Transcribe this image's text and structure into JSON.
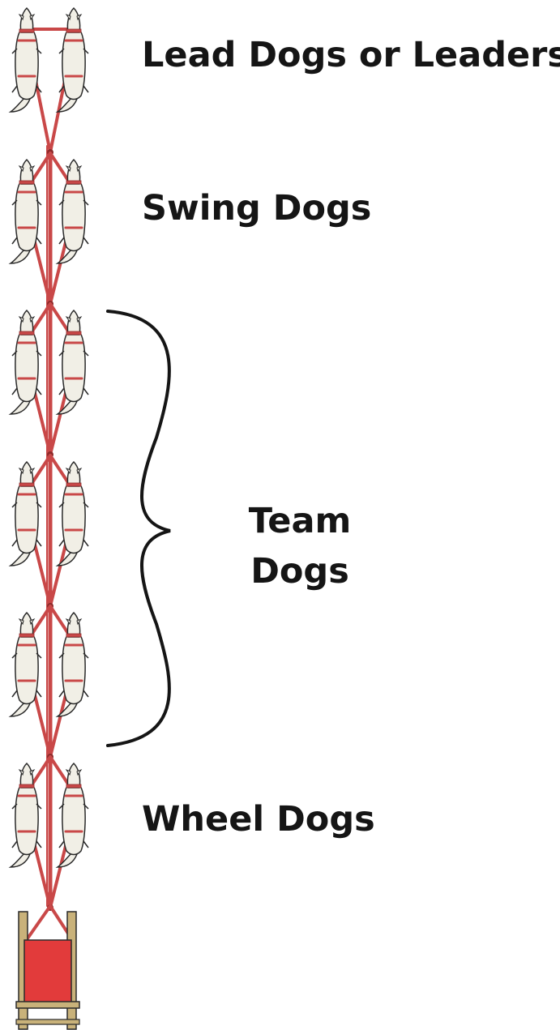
{
  "labels": {
    "lead": "Lead Dogs or Leaders",
    "swing": "Swing Dogs",
    "team_line1": "Team",
    "team_line2": "Dogs",
    "wheel": "Wheel Dogs"
  },
  "pairs": [
    {
      "role": "lead",
      "dogs": 2
    },
    {
      "role": "swing",
      "dogs": 2
    },
    {
      "role": "team",
      "dogs": 2
    },
    {
      "role": "team",
      "dogs": 2
    },
    {
      "role": "team",
      "dogs": 2
    },
    {
      "role": "wheel",
      "dogs": 2
    }
  ],
  "colors": {
    "harness": "#c94848",
    "harness_dark": "#8e2a2a",
    "dog_fur": "#f1efe6",
    "dog_outline": "#2a2a2a",
    "sled_frame": "#c9b27a",
    "sled_basket": "#e23b3b",
    "text": "#151515",
    "brace": "#151515"
  }
}
